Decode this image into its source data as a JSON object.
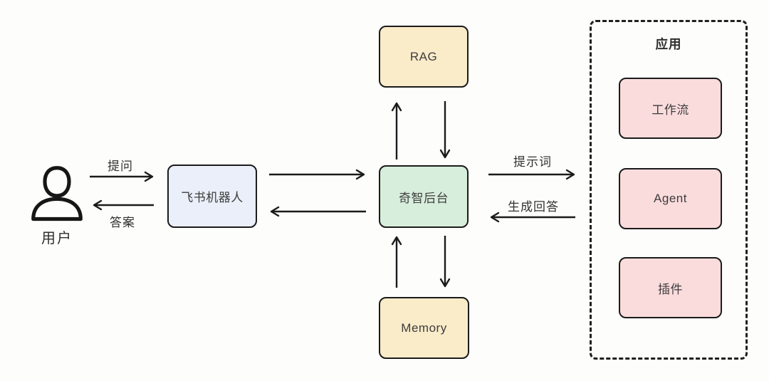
{
  "diagram": {
    "title": "Feishu bot / Qizhi backend architecture flow",
    "nodes": {
      "user": {
        "label": "用户"
      },
      "feishu_bot": {
        "label": "飞书机器人"
      },
      "backend": {
        "label": "奇智后台"
      },
      "rag": {
        "label": "RAG"
      },
      "memory": {
        "label": "Memory"
      },
      "app_group": {
        "label": "应用"
      },
      "workflow": {
        "label": "工作流"
      },
      "agent": {
        "label": "Agent"
      },
      "plugin": {
        "label": "插件"
      }
    },
    "edges": {
      "ask": {
        "label": "提问",
        "from": "user",
        "to": "feishu_bot"
      },
      "answer": {
        "label": "答案",
        "from": "feishu_bot",
        "to": "user"
      },
      "bot_to_backend": {
        "label": "",
        "from": "feishu_bot",
        "to": "backend"
      },
      "backend_to_bot": {
        "label": "",
        "from": "backend",
        "to": "feishu_bot"
      },
      "backend_to_rag": {
        "label": "",
        "from": "backend",
        "to": "rag"
      },
      "rag_to_backend": {
        "label": "",
        "from": "rag",
        "to": "backend"
      },
      "memory_to_backend": {
        "label": "",
        "from": "memory",
        "to": "backend"
      },
      "backend_to_memory": {
        "label": "",
        "from": "backend",
        "to": "memory"
      },
      "prompt": {
        "label": "提示词",
        "from": "backend",
        "to": "app_group"
      },
      "generate": {
        "label": "生成回答",
        "from": "app_group",
        "to": "backend"
      }
    },
    "colors": {
      "bot_box": "#EAEFF9",
      "backend_box": "#D8EEDC",
      "rag_box": "#FAEBC9",
      "memory_box": "#FAEBC9",
      "app_box": "#FBDCDD",
      "border": "#1B1B1B",
      "arrow": "#1B1B1B",
      "background": "#FDFDFB"
    }
  }
}
